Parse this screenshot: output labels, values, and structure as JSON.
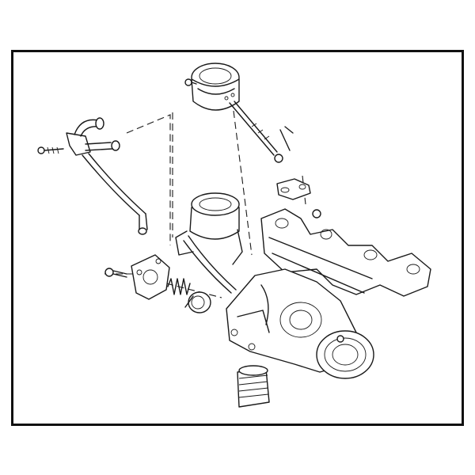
{
  "figure": {
    "kind": "exploded-view line drawing",
    "parts": [
      "wastegate-actuator",
      "actuator-rod",
      "mounting-bracket",
      "coolant-pipe-with-hoses",
      "pipe-bolt",
      "outlet-elbow",
      "gasket",
      "spring",
      "check-valve",
      "elbow-bolt",
      "turbocharger",
      "exhaust-manifold",
      "intake-hose-connector"
    ]
  }
}
